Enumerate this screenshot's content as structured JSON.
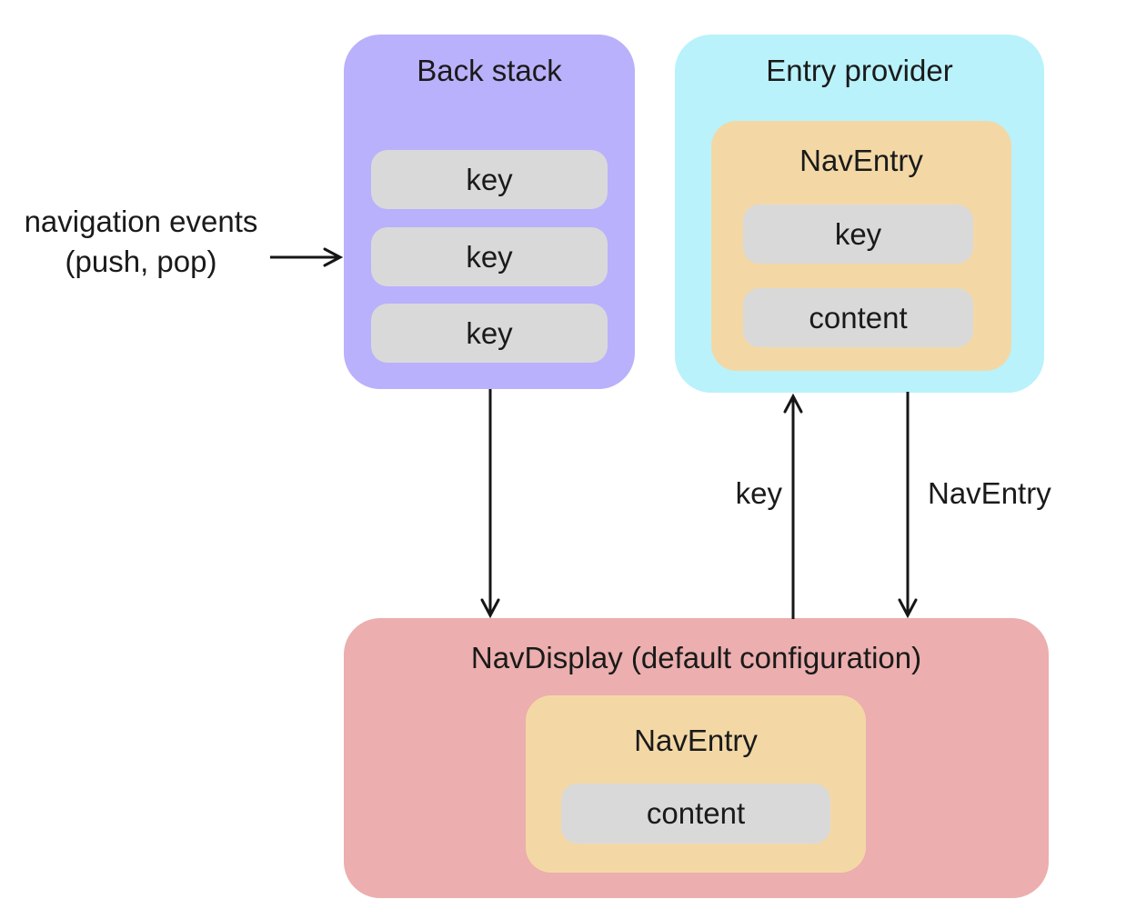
{
  "colors": {
    "back-stack-bg": "#b9b1fb",
    "entry-provider-bg": "#b9f2fb",
    "nav-entry-bg": "#f3d8a6",
    "nav-display-bg": "#ecaeae",
    "pill-bg": "#d9d9d9",
    "text": "#1a1a1a",
    "arrow": "#161616"
  },
  "external_label": {
    "line1": "navigation events",
    "line2": "(push, pop)"
  },
  "back_stack": {
    "title": "Back stack",
    "keys": [
      "key",
      "key",
      "key"
    ]
  },
  "entry_provider": {
    "title": "Entry provider",
    "nav_entry": {
      "title": "NavEntry",
      "key": "key",
      "content": "content"
    }
  },
  "nav_display": {
    "title": "NavDisplay (default configuration)",
    "nav_entry": {
      "title": "NavEntry",
      "content": "content"
    }
  },
  "arrow_labels": {
    "key": "key",
    "nav_entry": "NavEntry"
  }
}
